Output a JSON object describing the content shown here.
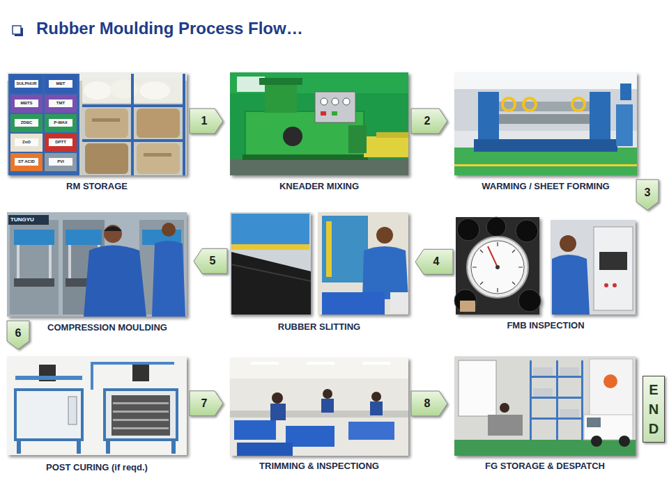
{
  "diagram": {
    "title": "Rubber Moulding Process Flow…",
    "nodes": [
      {
        "text": [
          "RM STORAGE"
        ]
      },
      {
        "text": [
          "KNEADER MIXING"
        ]
      },
      {
        "text": [
          "WARMING / SHEET FORMING"
        ]
      },
      {
        "text": [
          "COMPRESSION MOULDING"
        ]
      },
      {
        "text": [
          "RUBBER SLITTING"
        ]
      },
      {
        "text": [
          "FMB INSPECTION"
        ]
      },
      {
        "text": [
          "POST CURING (if reqd.)"
        ]
      },
      {
        "text": [
          "TRIMMING & INSPECTIONG"
        ]
      },
      {
        "text": [
          "FG STORAGE & DESPATCH"
        ]
      },
      {
        "text": [
          "END"
        ]
      }
    ],
    "edges": [
      {
        "from": 0,
        "to": 1,
        "arrow": "to",
        "label": "1"
      },
      {
        "from": 1,
        "to": 2,
        "arrow": "to",
        "label": "2"
      },
      {
        "from": 2,
        "to": 5,
        "arrow": "to",
        "label": "3"
      },
      {
        "from": 5,
        "to": 4,
        "arrow": "to",
        "label": "4"
      },
      {
        "from": 4,
        "to": 3,
        "arrow": "to",
        "label": "5"
      },
      {
        "from": 3,
        "to": 6,
        "arrow": "to",
        "label": "6"
      },
      {
        "from": 6,
        "to": 7,
        "arrow": "to",
        "label": "7"
      },
      {
        "from": 7,
        "to": 8,
        "arrow": "to",
        "label": "8"
      }
    ],
    "labels": [
      "SULPHUR",
      "MBT",
      "MBTS",
      "TMT",
      "ZDBC",
      "P-WAX",
      "ZnO",
      "DPTT",
      "ST ACID",
      "PVI",
      "TUNGYU"
    ]
  }
}
